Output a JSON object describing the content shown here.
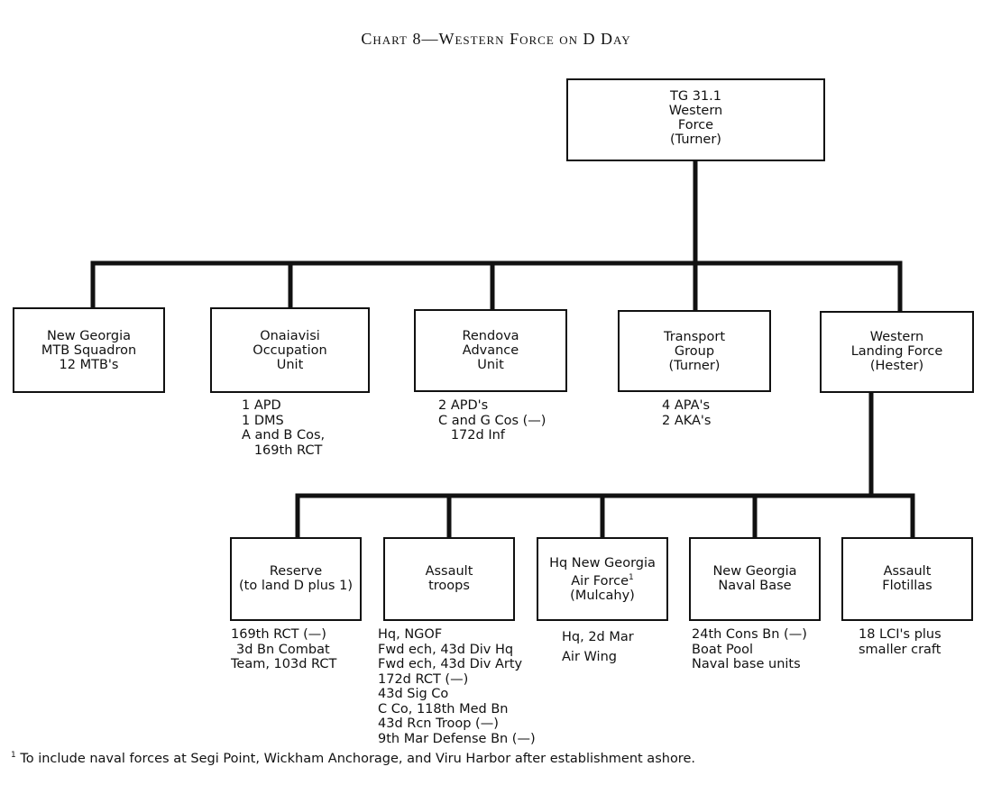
{
  "title": "Chart 8—Western Force on D Day",
  "nodes": {
    "tg": {
      "lines": [
        "TG 31.1",
        "Western",
        "Force",
        "(Turner)"
      ]
    },
    "mtb": {
      "lines": [
        "New Georgia",
        "MTB Squadron",
        "12 MTB's"
      ]
    },
    "onaiavisi": {
      "lines": [
        "Onaiavisi",
        "Occupation",
        "Unit"
      ],
      "notes": [
        "1  APD",
        "1  DMS",
        "A and B Cos,",
        "   169th RCT"
      ]
    },
    "rendova": {
      "lines": [
        "Rendova",
        "Advance",
        "Unit"
      ],
      "notes": [
        "2  APD's",
        "C  and G Cos (—)",
        "   172d Inf"
      ]
    },
    "transport": {
      "lines": [
        "Transport",
        "Group",
        "(Turner)"
      ],
      "notes": [
        "4  APA's",
        "2  AKA's"
      ]
    },
    "wlf": {
      "lines": [
        "Western",
        "Landing Force",
        "(Hester)"
      ]
    },
    "reserve": {
      "lines": [
        "Reserve",
        "(to land D plus 1)"
      ],
      "notes": [
        "169th RCT (—)",
        "3d Bn Combat",
        "Team, 103d RCT"
      ]
    },
    "assault_troops": {
      "lines": [
        "Assault",
        "troops"
      ],
      "notes": [
        "Hq, NGOF",
        "Fwd ech, 43d Div Hq",
        "Fwd ech, 43d Div Arty",
        "172d RCT (—)",
        "43d Sig Co",
        "C Co, 118th Med Bn",
        "43d Rcn Troop (—)",
        "9th Mar Defense Bn (—)"
      ]
    },
    "hq_air": {
      "lines": [
        "Hq New Georgia",
        "Air Force",
        "(Mulcahy)"
      ],
      "footnote_mark": "1",
      "notes": [
        "Hq, 2d Mar",
        "Air Wing"
      ]
    },
    "naval_base": {
      "lines": [
        "New Georgia",
        "Naval Base"
      ],
      "notes": [
        "24th Cons Bn (—)",
        "Boat Pool",
        "Naval base units"
      ]
    },
    "flotillas": {
      "lines": [
        "Assault",
        "Flotillas"
      ],
      "notes": [
        "18 LCI's plus",
        "smaller craft"
      ]
    }
  },
  "footnote": {
    "mark": "1",
    "text": "To include naval forces at Segi Point, Wickham Anchorage, and Viru Harbor after establishment ashore."
  }
}
